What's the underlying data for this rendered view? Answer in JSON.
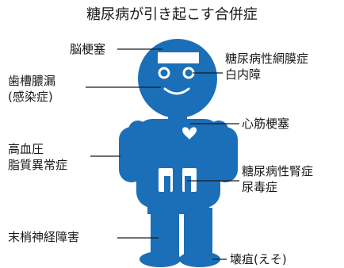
{
  "title": "糖尿病が引き起こす合併症",
  "colors": {
    "figure": "#1a6fb8",
    "face": "#ffffff",
    "heart": "#ffffff",
    "leader_line": "#1a1a1a",
    "text": "#1a1a1a"
  },
  "labels": {
    "brain": "脳梗塞",
    "teeth_1": "歯槽膿漏",
    "teeth_2": "(感染症)",
    "blood_1": "高血圧",
    "blood_2": "脂質異常症",
    "nerve": "末梢神経障害",
    "eye_1": "糖尿病性網膜症",
    "eye_2": "白内障",
    "heart": "心筋梗塞",
    "kidney_1": "糖尿病性腎症",
    "kidney_2": "尿毒症",
    "foot": "壊疽(えそ)"
  }
}
